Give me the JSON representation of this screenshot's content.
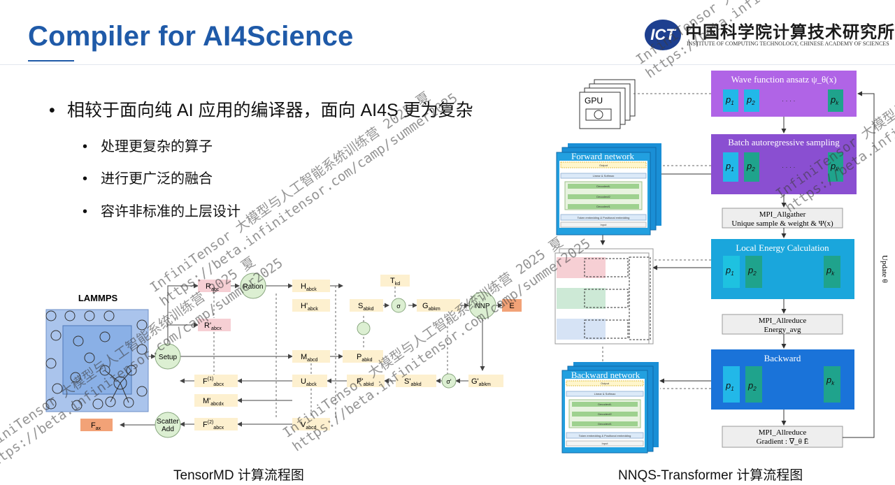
{
  "header": {
    "title": "Compiler for AI4Science",
    "logo": {
      "mark_text": "ICT",
      "name_cn": "中国科学院计算技术研究所",
      "name_en": "INSTITUTE OF COMPUTING TECHNOLOGY, CHINESE ACADEMY OF SCIENCES"
    }
  },
  "bullets": {
    "main": "相较于面向纯 AI 应用的编译器，面向 AI4S 更为复杂",
    "sub": [
      "处理更复杂的算子",
      "进行更广泛的融合",
      "容许非标准的上层设计"
    ]
  },
  "tensormd": {
    "caption": "TensorMD 计算流程图",
    "lammps": "LAMMPS",
    "setup": "Setup",
    "ration": "Ration",
    "scatter": "Scatter",
    "add": "Add",
    "nnp": "NNP",
    "e": "E",
    "f": "F",
    "f_sub": "ax",
    "sigma": "σ",
    "sigma_prime": "σ'",
    "r": "R",
    "abc": "abc",
    "r2": "R'",
    "abcx": "abcx",
    "h": "H",
    "abck": "abck",
    "h2": "H'",
    "m": "M",
    "abcd": "abcd",
    "f1": "F",
    "f1_sup": "(1)",
    "m2": "M'",
    "abcdx": "abcdx",
    "f2": "F",
    "f2_sup": "(2)",
    "u": "U",
    "v": "V",
    "t": "T",
    "t_sub": "kd",
    "s": "S",
    "abkd": "abkd",
    "p": "P",
    "p2": "P'",
    "s2": "S'",
    "g": "G",
    "abkm": "abkm",
    "g2": "G'"
  },
  "nnqs": {
    "caption": "NNQS-Transformer 计算流程图",
    "gpu": "GPU",
    "wave": "Wave function ansatz ψ_θ(x)",
    "sampling": "Batch autoregressive sampling",
    "allgather_1": "MPI_Allgather",
    "allgather_2": "Unique sample & weight & Ψ(x)",
    "local": "Local Energy Calculation",
    "allreduce1_1": "MPI_Allreduce",
    "allreduce1_2": "Energy_avg",
    "backward": "Backward",
    "allreduce2_1": "MPI_Allreduce",
    "allreduce2_2": "Gradient : ∇_θ Ē",
    "forward_network": "Forward network",
    "backward_network": "Backward network",
    "update": "Update θ",
    "p1": "p",
    "p1_sub": "1",
    "p2": "p",
    "p2_sub": "2",
    "pk": "p",
    "pk_sub": "k",
    "dots": "· · · ·",
    "layers": [
      "Output",
      "Linear & Softmax",
      "Decoder#L",
      "Decoder#2",
      "Decoder#1",
      "Token embedding & Positional embedding",
      "Input"
    ]
  },
  "watermark": {
    "line1": "InfiniTensor 大模型与人工智能系统训练营 2025 夏",
    "line2": "https://beta.infinitensor.com/camp/summer2025"
  },
  "colors": {
    "title": "#1f5aa8",
    "wave_box": "#b064e6",
    "sampling_box": "#8a4fd1",
    "local_box": "#1aa6dc",
    "backward_box": "#1a73d9",
    "p_cyan": "#22b8e8",
    "p_teal": "#1fa38c",
    "lammps_box": "#aac4ec",
    "node_pink": "#f6cfd4",
    "node_cream": "#fdf0cf",
    "node_orange": "#f2a277",
    "circle_green": "#dcefd2"
  }
}
